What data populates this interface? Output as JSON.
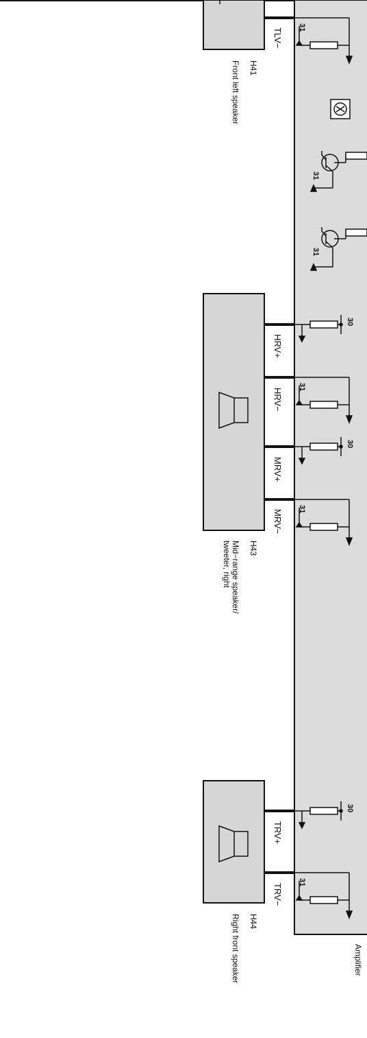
{
  "amplifier": {
    "label": "Amplifier"
  },
  "speakers": [
    {
      "id": "H41",
      "name": "Front left speaker",
      "pins": [
        "TLV−"
      ]
    },
    {
      "id": "H43",
      "name_lines": [
        "Mid−range speaker/",
        "tweeter, right"
      ],
      "pins": [
        "HRV+",
        "HRV−",
        "MRV+",
        "MRV−"
      ]
    },
    {
      "id": "H44",
      "name": "Right front speaker",
      "pins": [
        "TRV+",
        "TRV−"
      ]
    }
  ],
  "terminals": {
    "ground": "31",
    "supply": "30"
  },
  "colors": {
    "amplifier_fill": "#dcdcdc",
    "speaker_fill": "#d6d6d6",
    "line": "#111111",
    "resistor": "#ffffff"
  }
}
